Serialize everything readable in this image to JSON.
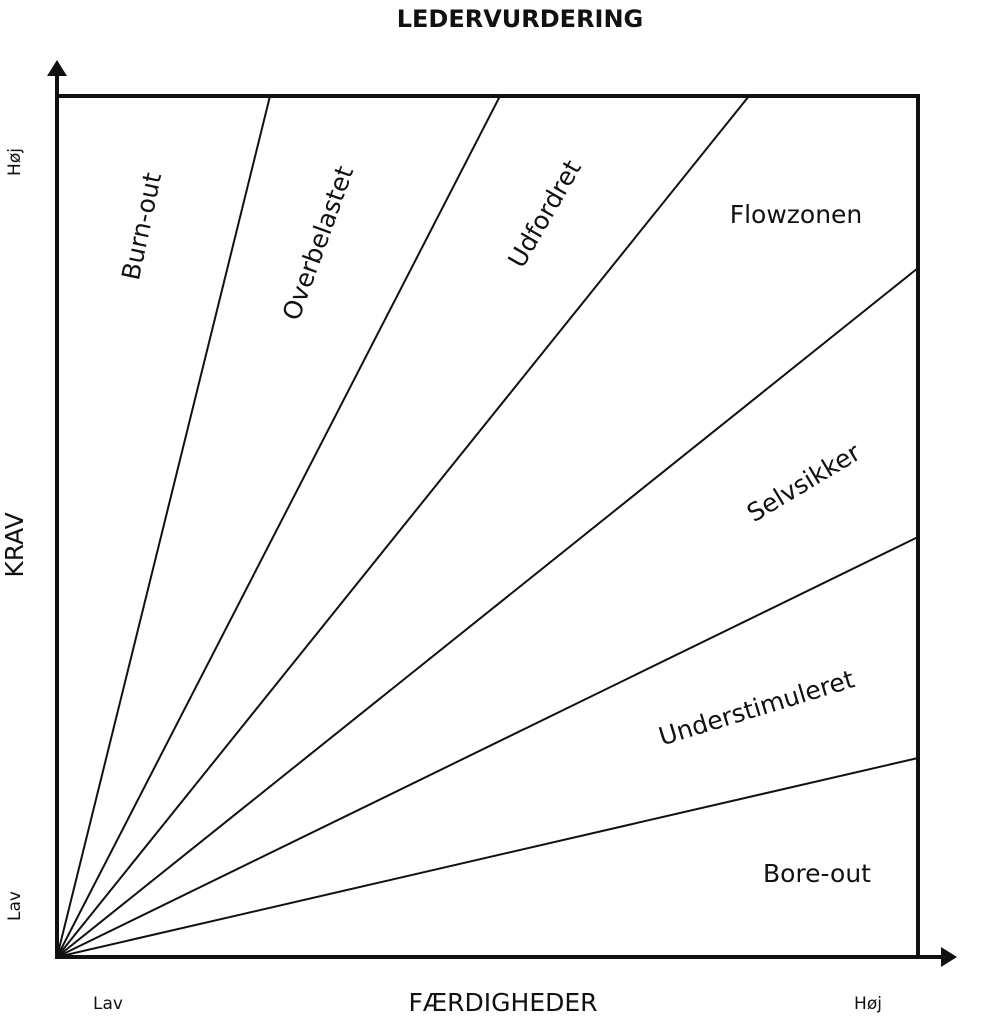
{
  "title": "LEDERVURDERING",
  "y_axis": {
    "label": "KRAV",
    "high": "Høj",
    "low": "Lav"
  },
  "x_axis": {
    "label": "FÆRDIGHEDER",
    "low": "Lav",
    "high": "Høj"
  },
  "zones": {
    "burn_out": "Burn-out",
    "overbelastet": "Overbelastet",
    "udfordret": "Udfordret",
    "flowzonen": "Flowzonen",
    "selvsikker": "Selvsikker",
    "understimuleret": "Understimuleret",
    "bore_out": "Bore-out"
  },
  "colors": {
    "line": "#111111",
    "background": "#ffffff"
  }
}
